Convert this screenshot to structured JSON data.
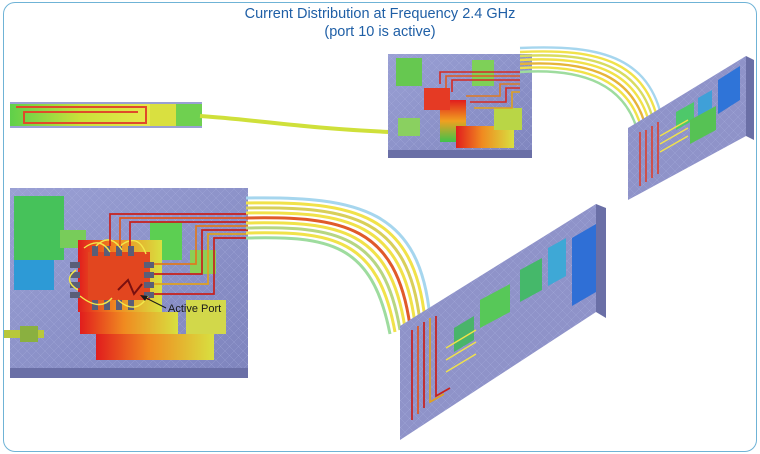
{
  "title": {
    "line1": "Current Distribution at Frequency 2.4 GHz",
    "line2": "(port 10 is active)"
  },
  "annotation": {
    "active_port": "Active Port"
  },
  "colors": {
    "frame_border": "#6fb3d6",
    "title_text": "#1f5fa6",
    "substrate": "#8f93c9",
    "current_low": "#2a6fd6",
    "current_mid": "#3fc24b",
    "current_high": "#e11d1d"
  }
}
